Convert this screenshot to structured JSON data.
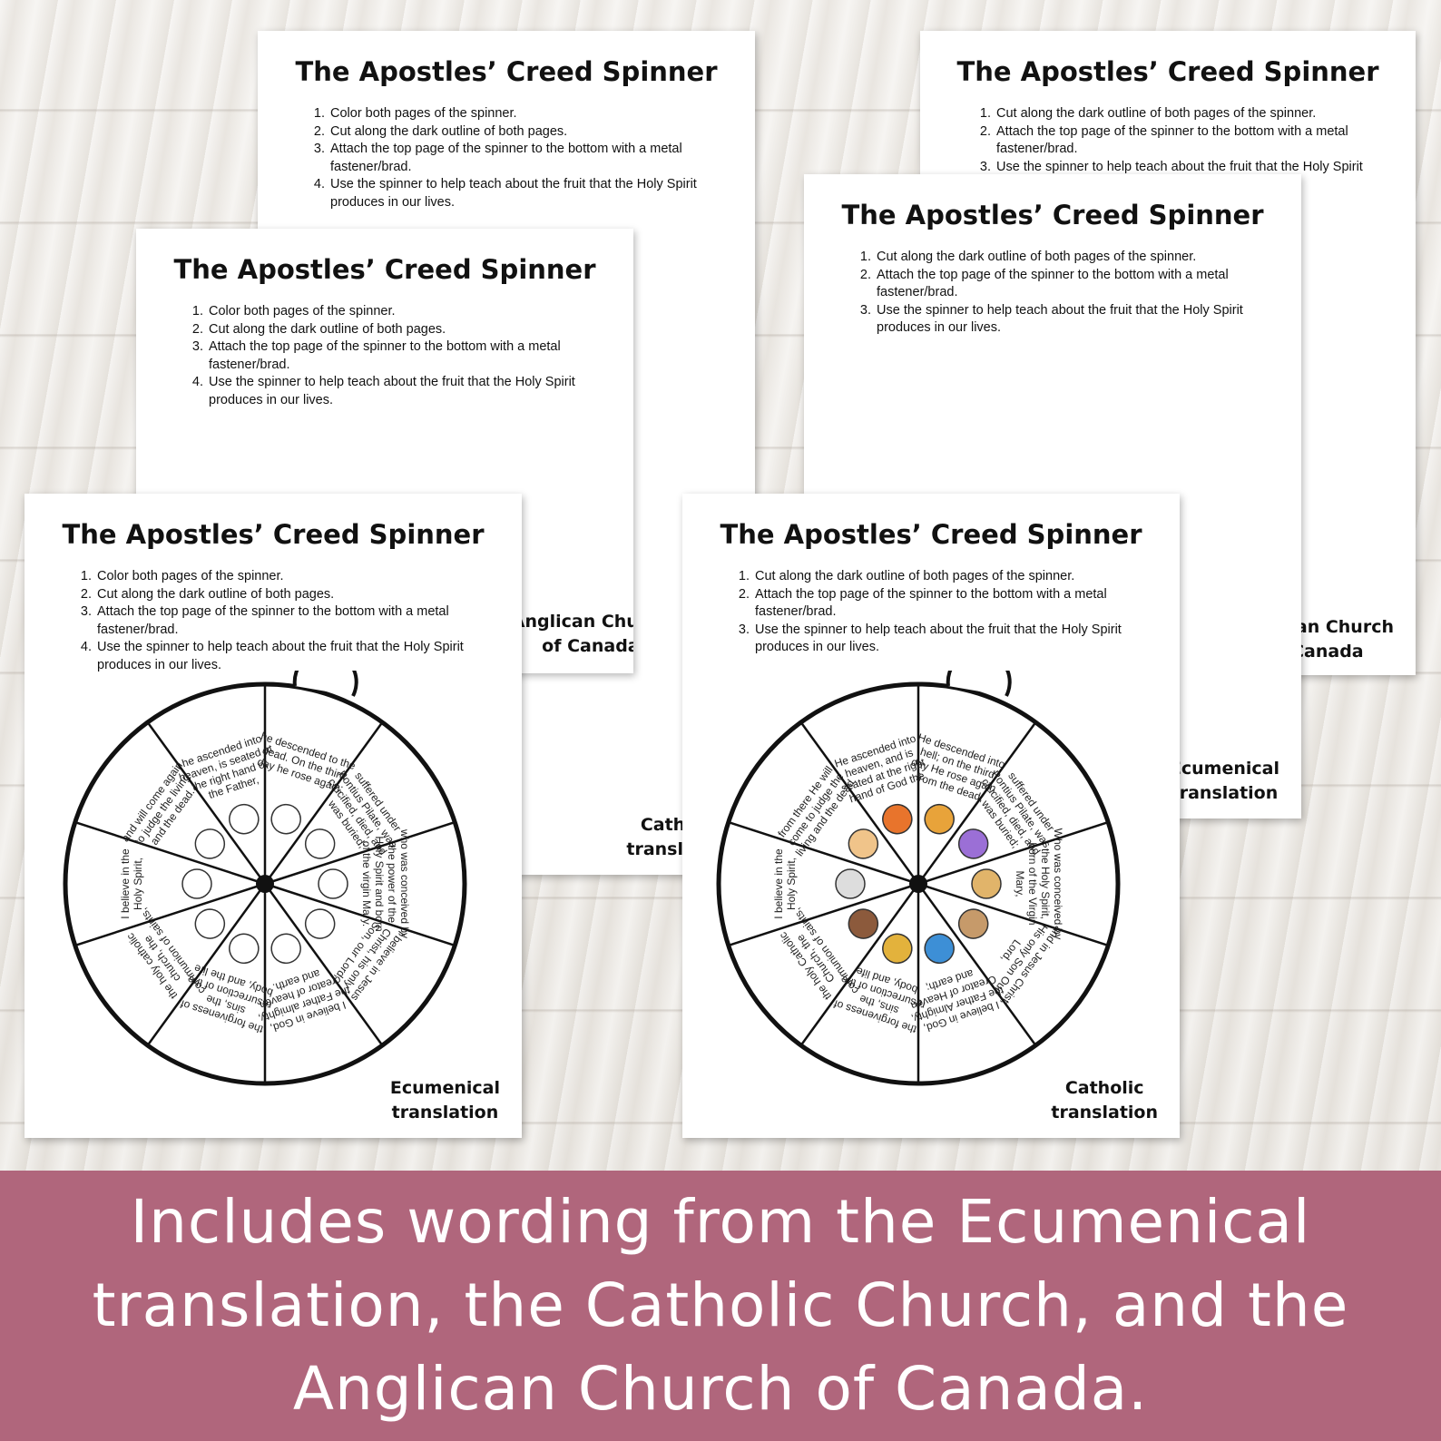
{
  "sheets": [
    {
      "title": "The Apostles’ Creed Spinner",
      "steps": [
        "Color both pages of the spinner.",
        "Cut along the dark outline of both pages.",
        "Attach the top page of the spinner to the bottom with a metal fastener/brad.",
        "Use the spinner to help teach about the fruit that the Holy Spirit produces in our lives."
      ],
      "label": [
        "Catholic",
        "translation"
      ]
    },
    {
      "title": "The Apostles’ Creed Spinner",
      "steps": [
        "Cut along the dark outline of both pages of the spinner.",
        "Attach the top page of the spinner to the bottom with a metal fastener/brad.",
        "Use the spinner to help teach about the fruit that the Holy Spirit produces in our lives."
      ],
      "label": [
        "Anglican Church",
        "of Canada"
      ]
    },
    {
      "title": "The Apostles’ Creed Spinner",
      "steps": [
        "Color both pages of the spinner.",
        "Cut along the dark outline of both pages.",
        "Attach the top page of the spinner to the bottom with a metal fastener/brad.",
        "Use the spinner to help teach about the fruit that the Holy Spirit produces in our lives."
      ],
      "label": [
        "Anglican Church",
        "of Canada"
      ]
    },
    {
      "title": "The Apostles’ Creed Spinner",
      "steps": [
        "Cut along the dark outline of both pages of the spinner.",
        "Attach the top page of the spinner to the bottom with a metal fastener/brad.",
        "Use the spinner to help teach about the fruit that the Holy Spirit produces in our lives."
      ],
      "label": [
        "Ecumenical",
        "translation"
      ]
    },
    {
      "title": "The Apostles’ Creed Spinner",
      "steps": [
        "Color both pages of the spinner.",
        "Cut along the dark outline of both pages.",
        "Attach the top page of the spinner to the bottom with a metal fastener/brad.",
        "Use the spinner to help teach about the fruit that the Holy Spirit produces in our lives."
      ],
      "label": [
        "Ecumenical",
        "translation"
      ]
    },
    {
      "title": "The Apostles’ Creed Spinner",
      "steps": [
        "Cut along the dark outline of both pages of the spinner.",
        "Attach the top page of the spinner to the bottom with a metal fastener/brad.",
        "Use the spinner to help teach about the fruit that the Holy Spirit produces in our lives."
      ],
      "label": [
        "Catholic",
        "translation"
      ]
    }
  ],
  "wheel_ecumenical": [
    "he descended to the dead. On the third day he rose again;",
    "suffered under Pontius Pilate, was crucified, died, and was buried;",
    "who was conceived by the power of the Holy Spirit and born of the virgin Mary.",
    "I believe in Jesus Christ, his only Son, our Lord,",
    "I believe in God, the Father almighty, creator of heaven and earth.",
    "the forgiveness of sins, the resurrection of the body, and the life everlasting. Amen.",
    "the holy catholic church, the communion of saints,",
    "I believe in the Holy Spirit,",
    "and will come again to judge the living and the dead.",
    "he ascended into heaven, is seated at the right hand of the Father,"
  ],
  "wheel_catholic": [
    "He descended into hell; on the third day He rose again from the dead;",
    "suffered under Pontius Pilate, was crucified, died, and was buried;",
    "Who was conceived by the Holy Spirit, born of the Virgin Mary,",
    "and in Jesus Christ, His only Son Our Lord,",
    "I believe in God, the Father Almighty, Creator of Heaven and earth;",
    "the forgiveness of sins, the resurrection of the body, and life everlasting. Amen.",
    "the holy Catholic Church, the communion of saints,",
    "I believe in the Holy Spirit,",
    "from there He will come to judge the living and the dead.",
    "He ascended into heaven, and is seated at the right hand of God the Father almighty;"
  ],
  "banner": {
    "text": "Includes wording from the Ecumenical translation, the Catholic Church, and the Anglican Church of Canada."
  },
  "colors": {
    "banner": "#b0667c",
    "cross": "#9b6fd6",
    "manger": "#e1b46a",
    "earth": "#3d8fd6"
  }
}
